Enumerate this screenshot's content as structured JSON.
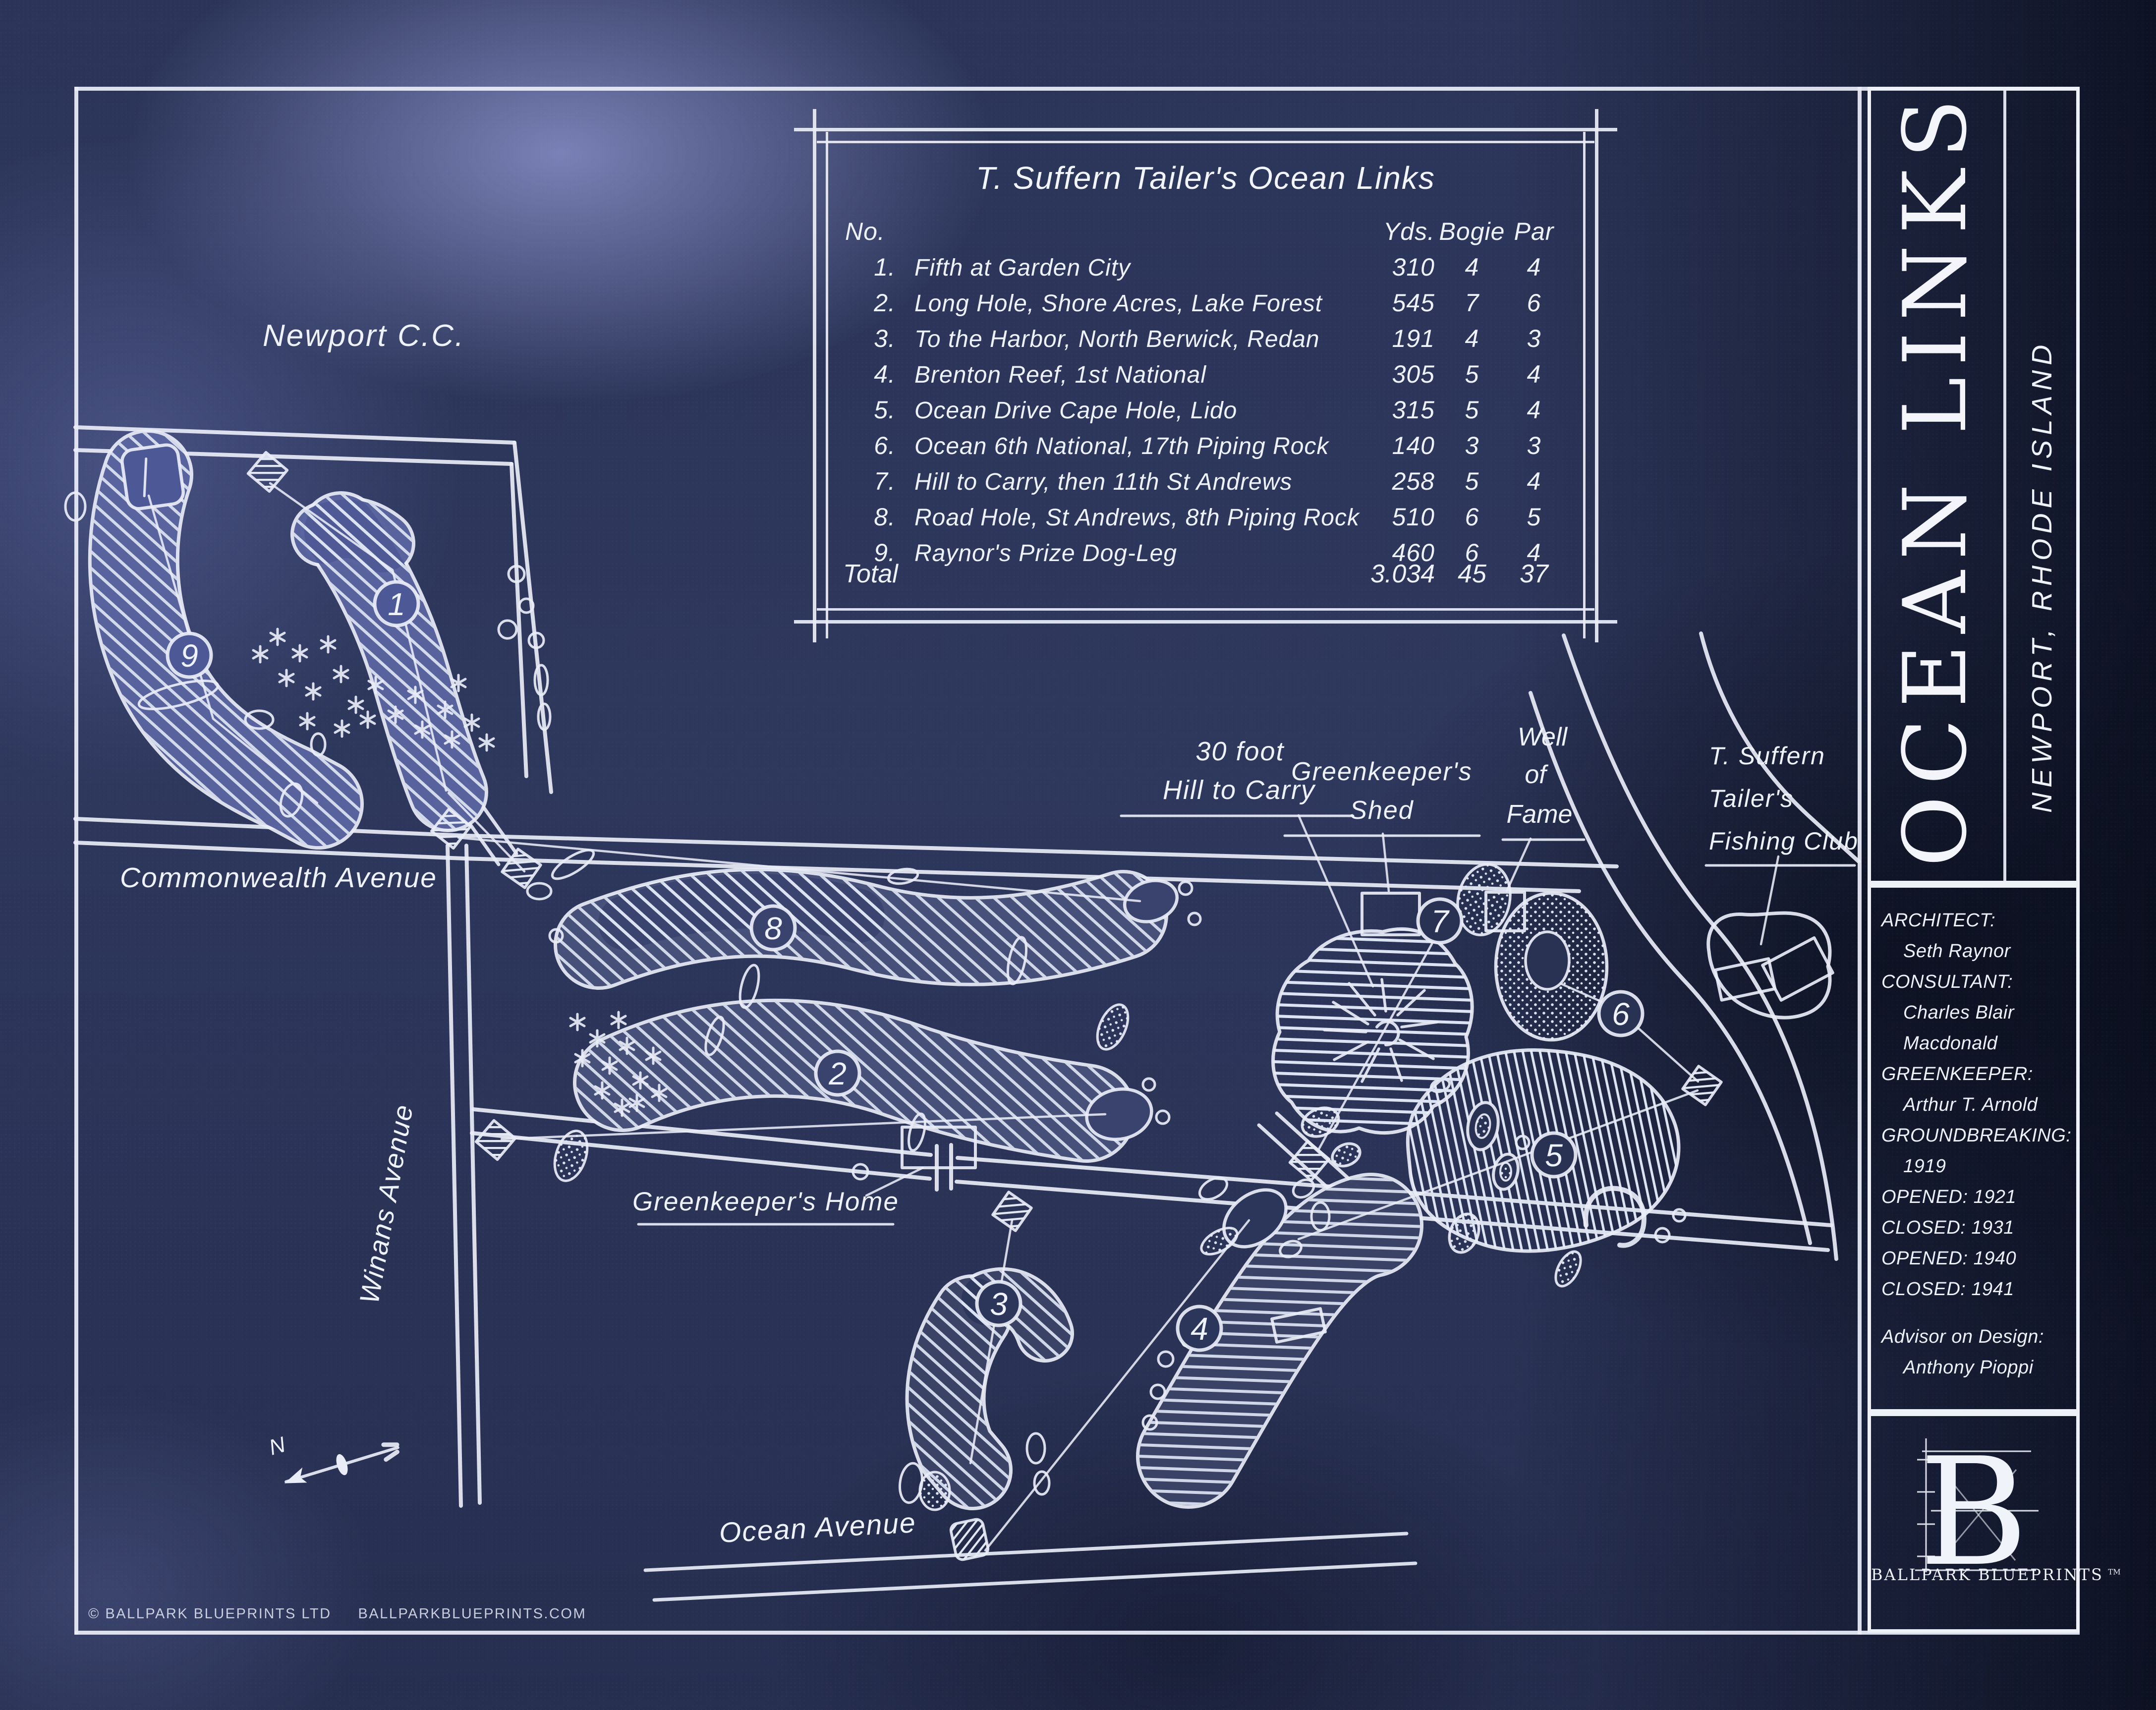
{
  "poster": {
    "title_vertical": "OCEAN LINKS",
    "subtitle_vertical": "NEWPORT, RHODE ISLAND",
    "copyright_1": "© BALLPARK BLUEPRINTS LTD",
    "copyright_2": "BALLPARKBLUEPRINTS.COM",
    "colors": {
      "background": "#2c3559",
      "line": "#e9edf7",
      "light_wash": "#8f96d0",
      "dark_edge": "#070b18"
    }
  },
  "scorecard": {
    "title": "T. Suffern Tailer's Ocean Links",
    "headers": {
      "no": "No.",
      "yds": "Yds.",
      "bogie": "Bogie",
      "par": "Par"
    },
    "rows": [
      {
        "no": "1.",
        "name": "Fifth at Garden City",
        "yds": "310",
        "bogie": "4",
        "par": "4"
      },
      {
        "no": "2.",
        "name": "Long Hole, Shore Acres, Lake Forest",
        "yds": "545",
        "bogie": "7",
        "par": "6"
      },
      {
        "no": "3.",
        "name": "To the Harbor, North Berwick, Redan",
        "yds": "191",
        "bogie": "4",
        "par": "3"
      },
      {
        "no": "4.",
        "name": "Brenton Reef, 1st National",
        "yds": "305",
        "bogie": "5",
        "par": "4"
      },
      {
        "no": "5.",
        "name": "Ocean Drive Cape Hole, Lido",
        "yds": "315",
        "bogie": "5",
        "par": "4"
      },
      {
        "no": "6.",
        "name": "Ocean 6th National, 17th Piping Rock",
        "yds": "140",
        "bogie": "3",
        "par": "3"
      },
      {
        "no": "7.",
        "name": "Hill to Carry, then 11th St Andrews",
        "yds": "258",
        "bogie": "5",
        "par": "4"
      },
      {
        "no": "8.",
        "name": "Road Hole, St Andrews, 8th Piping Rock",
        "yds": "510",
        "bogie": "6",
        "par": "5"
      },
      {
        "no": "9.",
        "name": "Raynor's Prize Dog-Leg",
        "yds": "460",
        "bogie": "6",
        "par": "4"
      }
    ],
    "total": {
      "label": "Total",
      "yds": "3.034",
      "bogie": "45",
      "par": "37"
    }
  },
  "sidebar": {
    "info": [
      {
        "t": "ARCHITECT:"
      },
      {
        "t": "Seth Raynor"
      },
      {
        "t": "CONSULTANT:"
      },
      {
        "t": "Charles Blair"
      },
      {
        "t": "Macdonald"
      },
      {
        "t": "GREENKEEPER:"
      },
      {
        "t": "Arthur T. Arnold"
      },
      {
        "t": "GROUNDBREAKING:"
      },
      {
        "t": "1919"
      },
      {
        "t": "OPENED: 1921"
      },
      {
        "t": "CLOSED: 1931"
      },
      {
        "t": "OPENED: 1940"
      },
      {
        "t": "CLOSED: 1941"
      },
      {
        "t": "Advisor on Design:"
      },
      {
        "t": "Anthony Pioppi"
      }
    ],
    "logo": {
      "letter": "B",
      "brand": "BALLPARK BLUEPRINTS",
      "tm": "TM"
    }
  },
  "map": {
    "labels": {
      "newport_cc": "Newport C.C.",
      "commonwealth": "Commonwealth Avenue",
      "winans": "Winans Avenue",
      "ocean": "Ocean Avenue",
      "home": "Greenkeeper's Home",
      "shed_1": "Greenkeeper's",
      "shed_2": "Shed",
      "well_1": "Well",
      "well_2": "of",
      "well_3": "Fame",
      "hill_1": "30 foot",
      "hill_2": "Hill to Carry",
      "club_1": "T. Suffern",
      "club_2": "Tailer's",
      "club_3": "Fishing Club",
      "compass": "N"
    },
    "holes": {
      "h1": "1",
      "h2": "2",
      "h3": "3",
      "h4": "4",
      "h5": "5",
      "h6": "6",
      "h7": "7",
      "h8": "8",
      "h9": "9"
    }
  }
}
